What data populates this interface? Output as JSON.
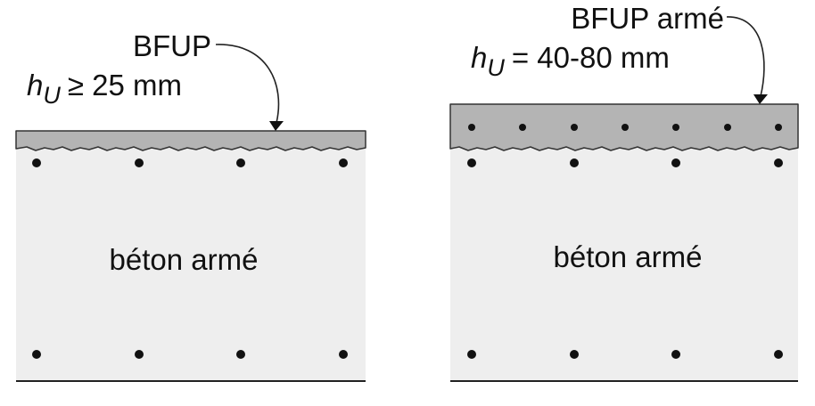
{
  "left": {
    "overlay_label": "BFUP",
    "height_symbol": "h",
    "height_subscript": "U",
    "height_value": "≥ 25 mm",
    "body_label": "béton armé"
  },
  "right": {
    "overlay_label": "BFUP armé",
    "height_symbol": "h",
    "height_subscript": "U",
    "height_value": "= 40-80 mm",
    "body_label": "béton armé"
  },
  "colors": {
    "concrete": "#eeeeee",
    "uhpfrc": "#b4b4b4",
    "rebar": "#111111"
  }
}
